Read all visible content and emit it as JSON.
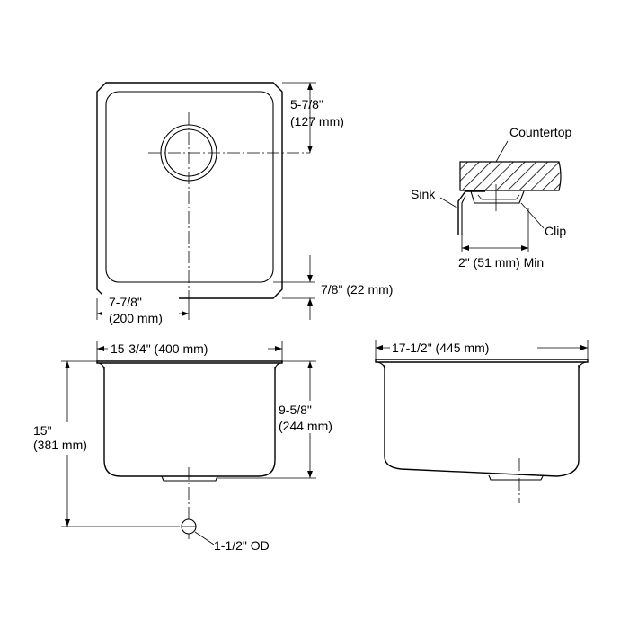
{
  "top_view": {
    "depth_offset": "5-7/8\"",
    "depth_offset_mm": "(127 mm)",
    "corner_offset": "7/8\" (22 mm)",
    "drain_offset": "7-7/8\"",
    "drain_offset_mm": "(200 mm)"
  },
  "detail": {
    "countertop": "Countertop",
    "sink": "Sink",
    "clip": "Clip",
    "min_distance": "2\" (51 mm) Min"
  },
  "front_view": {
    "width": "15-3/4\" (400 mm)",
    "height": "15\"",
    "height_mm": "(381 mm)",
    "bowl_depth": "9-5/8\"",
    "bowl_depth_mm": "(244 mm)",
    "drain": "1-1/2\" OD"
  },
  "side_view": {
    "length": "17-1/2\" (445 mm)"
  }
}
